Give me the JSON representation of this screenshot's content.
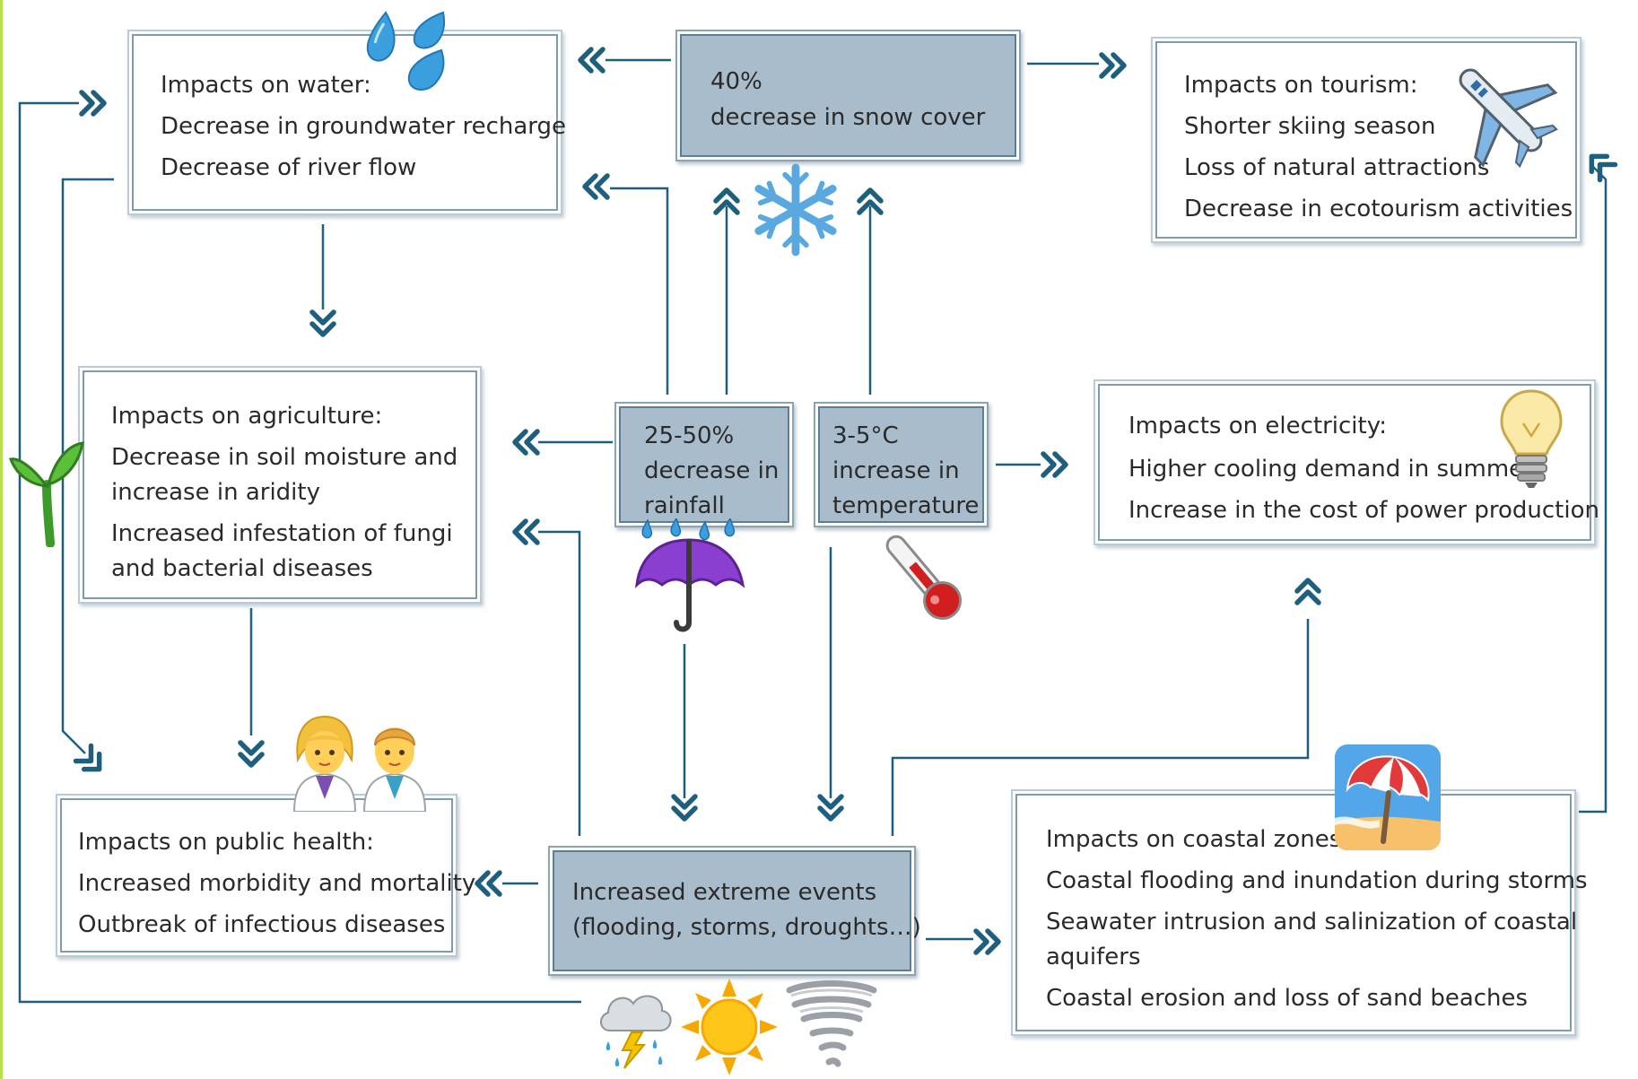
{
  "boxes": {
    "water": {
      "title": "Impacts on water:",
      "lines": [
        "Decrease in groundwater recharge",
        "Decrease of river flow"
      ]
    },
    "snow": {
      "lines": [
        "40%",
        "decrease in snow cover"
      ]
    },
    "tourism": {
      "title": "Impacts on tourism:",
      "lines": [
        "Shorter skiing season",
        "Loss of natural attractions",
        "Decrease in ecotourism activities"
      ]
    },
    "agriculture": {
      "title": "Impacts on agriculture:",
      "lines": [
        "Decrease  in  soil  moisture  and",
        "increase  in  aridity",
        "Increased  infestation  of  fungi",
        "and   bacterial   diseases"
      ]
    },
    "rainfall": {
      "lines": [
        "25-50%",
        "decrease in",
        "rainfall"
      ]
    },
    "temperature": {
      "lines": [
        "3-5°C",
        "increase in",
        "temperature"
      ]
    },
    "electricity": {
      "title": "Impacts on electricity:",
      "lines": [
        "Higher cooling demand in summer",
        "Increase in the cost of power production"
      ]
    },
    "health": {
      "title": "Impacts on public health:",
      "lines": [
        "Increased morbidity and mortality",
        "Outbreak of infectious diseases"
      ]
    },
    "extreme": {
      "lines": [
        "Increased extreme events",
        "(flooding, storms, droughts…)"
      ]
    },
    "coastal": {
      "title": "Impacts on coastal zones:",
      "lines": [
        "Coastal flooding and inundation during storms",
        "Seawater  intrusion  and  salinization  of  coastal",
        "aquifers",
        "Coastal erosion and loss of sand beaches"
      ]
    }
  },
  "icons": {
    "water": "water-drops-icon",
    "snowflake": "snowflake-icon",
    "airplane": "airplane-icon",
    "seedling": "seedling-icon",
    "umbrella": "umbrella-rain-icon",
    "thermometer": "thermometer-icon",
    "bulb": "light-bulb-icon",
    "doctors": "health-workers-icon",
    "beach": "beach-umbrella-icon",
    "storm": "storm-cloud-icon",
    "sun": "sun-icon",
    "tornado": "tornado-icon"
  },
  "colors": {
    "arrow": "#1f5f7e",
    "box_border": "#7e9cb1",
    "dark_fill": "#a8bccb",
    "accent_edge": "#b8e04a"
  }
}
